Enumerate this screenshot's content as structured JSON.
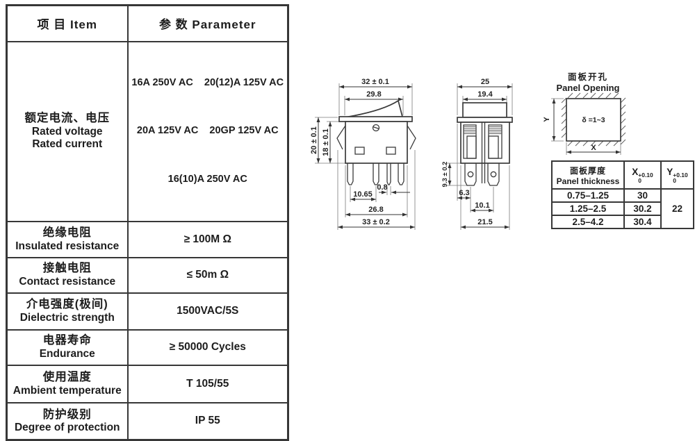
{
  "spec_table": {
    "header": {
      "item": "项 目  Item",
      "parameter": "参 数  Parameter"
    },
    "rows": [
      {
        "item": [
          "额定电流、电压",
          "Rated voltage",
          "Rated current"
        ],
        "param": [
          "16A 250V AC    20(12)A 125V AC",
          "20A 125V AC    20GP 125V AC",
          "16(10)A 250V AC"
        ]
      },
      {
        "item": [
          "绝缘电阻",
          "Insulated resistance"
        ],
        "param": [
          "≥ 100M Ω"
        ]
      },
      {
        "item": [
          "接触电阻",
          "Contact resistance"
        ],
        "param": [
          "≤ 50m Ω"
        ]
      },
      {
        "item": [
          "介电强度(极间)",
          "Dielectric strength"
        ],
        "param": [
          "1500VAC/5S"
        ]
      },
      {
        "item": [
          "电器寿命",
          "Endurance"
        ],
        "param": [
          "≥ 50000 Cycles"
        ]
      },
      {
        "item": [
          "使用温度",
          "Ambient temperature"
        ],
        "param": [
          "T 105/55"
        ]
      },
      {
        "item": [
          "防护级别",
          "Degree of protection"
        ],
        "param": [
          "IP 55"
        ]
      }
    ]
  },
  "front_view": {
    "top_outer": "32 ± 0.1",
    "top_inner": "29.8",
    "left_outer": "20 ± 0.1",
    "left_inner": "18 ± 0.1",
    "pin_pitch": "10.65",
    "pin_width": "0.8",
    "bottom_inner": "26.8",
    "bottom_outer": "33 ± 0.2"
  },
  "side_view": {
    "top_outer": "25",
    "top_inner": "19.4",
    "left": "9.3 ± 0.2",
    "dim1": "6.3",
    "dim2": "10.1",
    "dim3": "21.5"
  },
  "panel_opening": {
    "title_zh": "面板开孔",
    "title_en": "Panel Opening",
    "delta": "δ =1~3",
    "x_label": "X",
    "y_label": "Y"
  },
  "panel_table": {
    "thickness_zh": "面板厚度",
    "thickness_en": "Panel thickness",
    "x_base": "X",
    "x_sup": "+0.10",
    "x_sub": "0",
    "y_base": "Y",
    "y_sup": "+0.10",
    "y_sub": "0",
    "rows": [
      {
        "range": "0.75–1.25",
        "x": "30"
      },
      {
        "range": "1.25–2.5",
        "x": "30.2"
      },
      {
        "range": "2.5–4.2",
        "x": "30.4"
      }
    ],
    "y_value": "22"
  }
}
